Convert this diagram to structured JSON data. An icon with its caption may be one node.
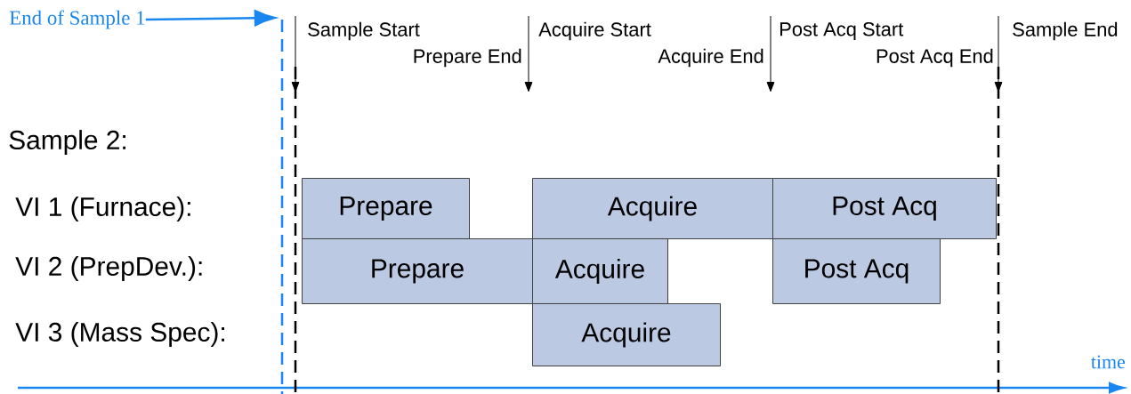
{
  "diagram": {
    "nodes": [
      {
        "text": [
          "End of Sample 1"
        ]
      },
      {
        "text": [
          "Prepare"
        ]
      },
      {
        "text": [
          "Acquire"
        ]
      },
      {
        "text": [
          "Post Acq"
        ]
      },
      {
        "text": [
          "Prepare"
        ]
      },
      {
        "text": [
          "Acquire"
        ]
      },
      {
        "text": [
          "Post Acq"
        ]
      },
      {
        "text": [
          "Acquire"
        ]
      },
      {
        "text": [],
        "shape": "line"
      }
    ],
    "edges": [
      {
        "from": 0,
        "to": 8,
        "arrow": "to"
      }
    ],
    "labels": [
      "Sample Start",
      "Prepare End",
      "Acquire Start",
      "Acquire End",
      "Post Acq Start",
      "Post Acq End",
      "Sample End",
      "Sample 2:",
      "VI 1 (Furnace):",
      "VI 2 (PrepDev.):",
      "VI 3 (Mass Spec):",
      "time"
    ]
  }
}
